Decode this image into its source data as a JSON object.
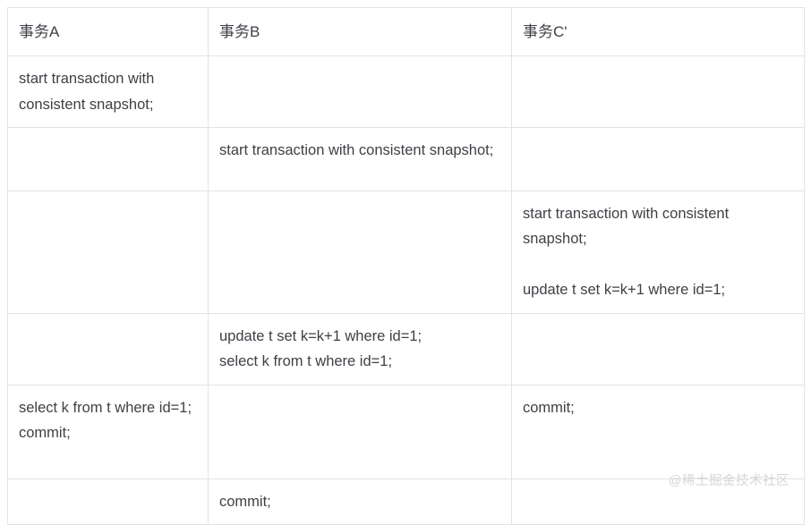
{
  "table": {
    "headers": [
      {
        "label": "事务A"
      },
      {
        "label": "事务B"
      },
      {
        "label": "事务C'"
      }
    ],
    "rows": [
      {
        "cells": [
          {
            "lines": [
              "start transaction with consistent snapshot;"
            ]
          },
          {
            "lines": []
          },
          {
            "lines": []
          }
        ]
      },
      {
        "cells": [
          {
            "lines": []
          },
          {
            "lines": [
              "start transaction with consistent snapshot;"
            ]
          },
          {
            "lines": []
          }
        ]
      },
      {
        "cells": [
          {
            "lines": []
          },
          {
            "lines": []
          },
          {
            "lines": [
              "start transaction with consistent snapshot;",
              "",
              "update t set k=k+1 where id=1;"
            ]
          }
        ]
      },
      {
        "cells": [
          {
            "lines": []
          },
          {
            "lines": [
              "update t set k=k+1 where id=1;",
              "select k from t where id=1;"
            ]
          },
          {
            "lines": []
          }
        ]
      },
      {
        "cells": [
          {
            "lines": [
              "select k from t where id=1;",
              "commit;"
            ]
          },
          {
            "lines": []
          },
          {
            "lines": [
              "commit;"
            ]
          }
        ]
      },
      {
        "cells": [
          {
            "lines": []
          },
          {
            "lines": [
              "commit;"
            ]
          },
          {
            "lines": []
          }
        ]
      }
    ]
  },
  "watermark": {
    "text": "@稀土掘金技术社区"
  }
}
